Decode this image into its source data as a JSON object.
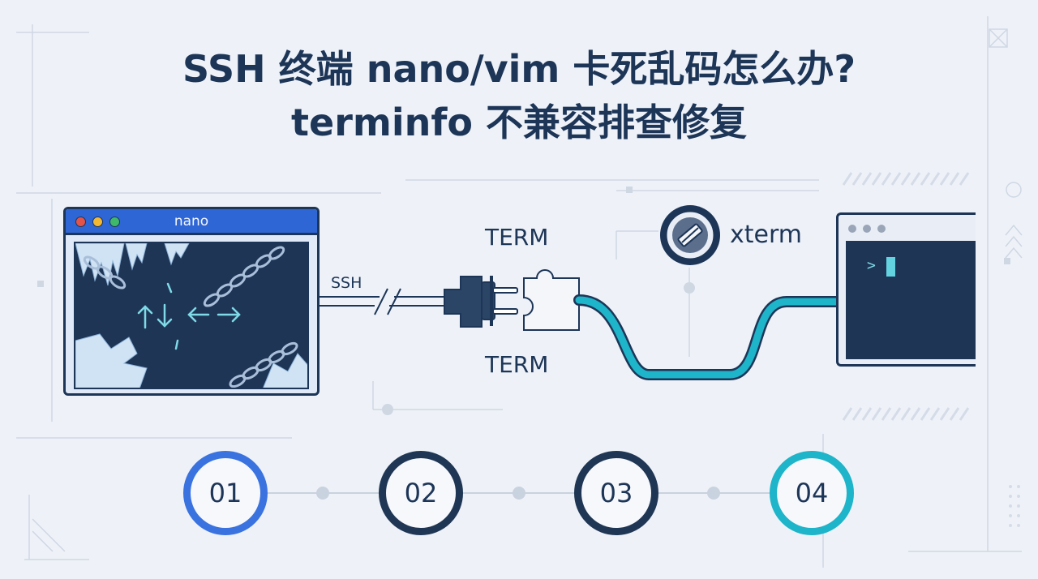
{
  "title": {
    "line1": "SSH 终端 nano/vim 卡死乱码怎么办?",
    "line2": "terminfo 不兼容排查修复"
  },
  "left_window": {
    "title": "nano"
  },
  "connection": {
    "ssh_label": "SSH",
    "term_top": "TERM",
    "term_bottom": "TERM",
    "xterm_label": "xterm",
    "cable_color": "#1eb4c9"
  },
  "right_terminal": {
    "prompt": ">"
  },
  "steps": [
    {
      "label": "01",
      "color": "#3a72e0"
    },
    {
      "label": "02",
      "color": "#1f3654"
    },
    {
      "label": "03",
      "color": "#1f3654"
    },
    {
      "label": "04",
      "color": "#1eb4c9"
    }
  ],
  "icons": [
    "freeze-icon",
    "chain-icon",
    "arrows-icon",
    "plug-icon",
    "puzzle-icon",
    "eraser-icon",
    "cursor-icon"
  ]
}
